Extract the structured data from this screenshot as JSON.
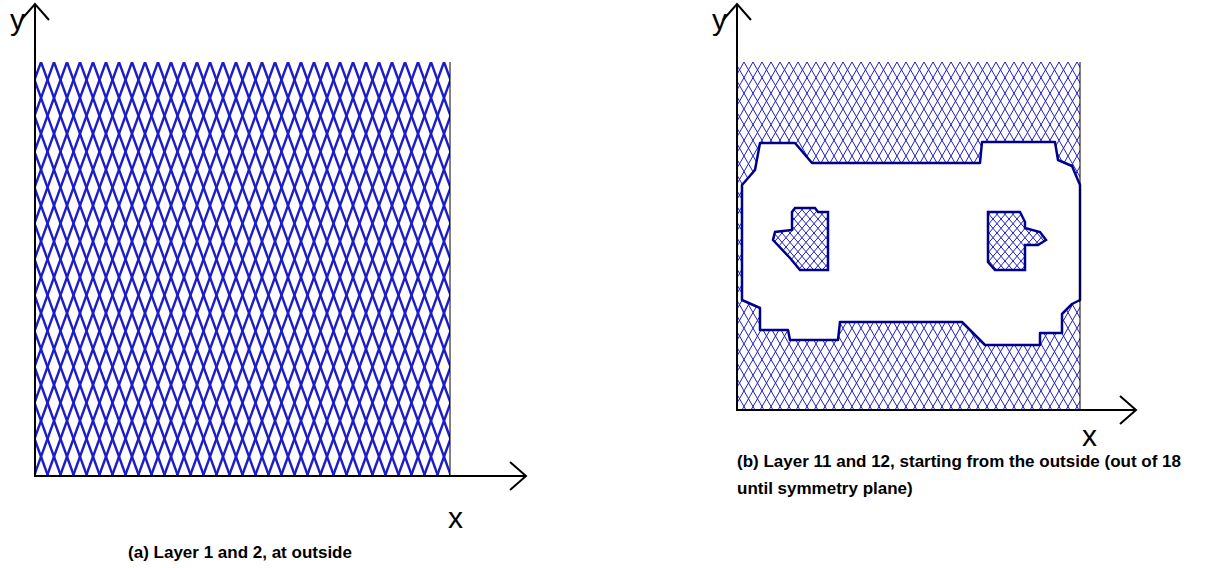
{
  "diagram": {
    "labels": [
      "y",
      "x",
      "(a) Layer 1 and 2, at outside",
      "y",
      "x",
      "(b) Layer 11 and 12, starting from the outside (out of 18 until symmetry plane)"
    ]
  }
}
